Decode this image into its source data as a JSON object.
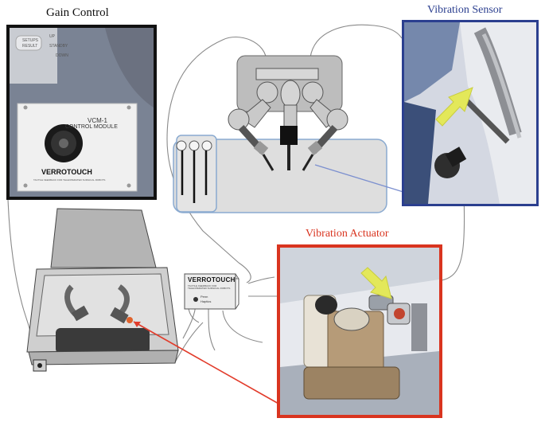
{
  "captions": {
    "gain_control": "Gain Control",
    "vibration_sensor": "Vibration Sensor",
    "vibration_actuator": "Vibration Actuator"
  },
  "gain_control_panel": {
    "module_title_1": "VCM-1",
    "module_title_2": "CONTROL MODULE",
    "brand": "VERROTOUCH",
    "module_subtitle": "TACTILE FEEDBACK FOR TELEOPERATED SURGICAL ROBOTS",
    "button_line_1": "SETUPS",
    "button_line_2": "RESULT",
    "status_up": "UP",
    "status_standby": "STANDBY",
    "status_down": "DOWN"
  },
  "control_box": {
    "brand": "VERROTOUCH",
    "subtitle": "TACTILE FEEDBACK FOR TELEOPERATED SURGICAL ROBOTS",
    "company_1": "Penn",
    "company_2": "Haptics"
  },
  "colors": {
    "sensor_border": "#2b3f8f",
    "actuator_border": "#d9341f",
    "arrow": "#e3e85a",
    "cable": "#8a8a8a"
  }
}
